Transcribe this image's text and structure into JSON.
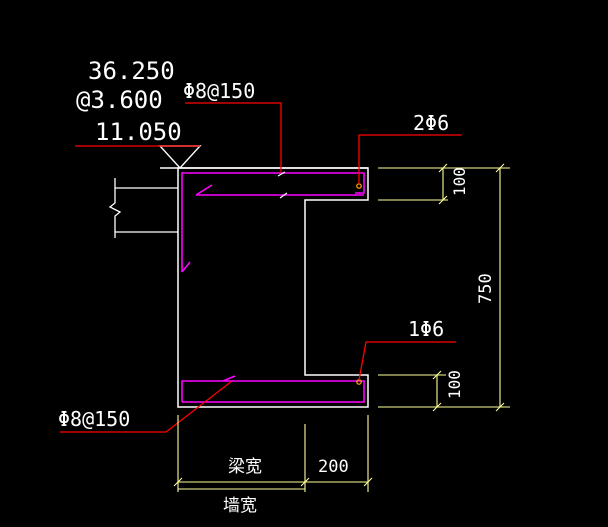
{
  "labels": {
    "elev_top": "36.250",
    "elev_spacing": "@3.600",
    "elev_bottom": "11.050",
    "rebar_top_stirrup": "Φ8@150",
    "rebar_top_bar": "2Φ6",
    "rebar_bottom_bar": "1Φ6",
    "rebar_bottom_stirrup": "Φ8@150",
    "dim_top_flange": "100",
    "dim_total_height": "750",
    "dim_bottom_flange": "100",
    "dim_beam_width": "梁宽",
    "dim_projection": "200",
    "dim_wall_width": "墙宽"
  },
  "colors": {
    "background": "#000000",
    "outline": "#ffffff",
    "leader": "#ff0000",
    "rebar": "#ff00ff",
    "dimension": "#ffff99",
    "rebar_dot": "#ff9900"
  }
}
